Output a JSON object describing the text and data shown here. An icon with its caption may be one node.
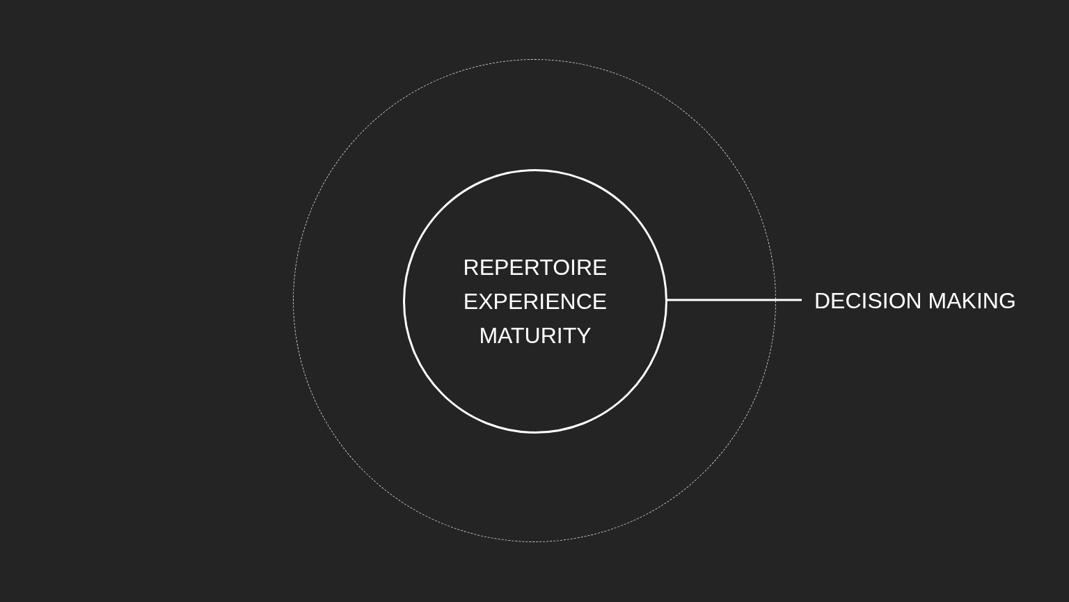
{
  "diagram": {
    "nodes": [
      {
        "text": [],
        "shape": "circle"
      },
      {
        "text": [
          "REPERTOIRE",
          "EXPERIENCE",
          "MATURITY"
        ],
        "in": 0
      },
      {
        "text": [
          "DECISION MAKING"
        ]
      }
    ],
    "edges": [
      {
        "from": 1,
        "to": 2,
        "arrow": "none"
      }
    ]
  }
}
